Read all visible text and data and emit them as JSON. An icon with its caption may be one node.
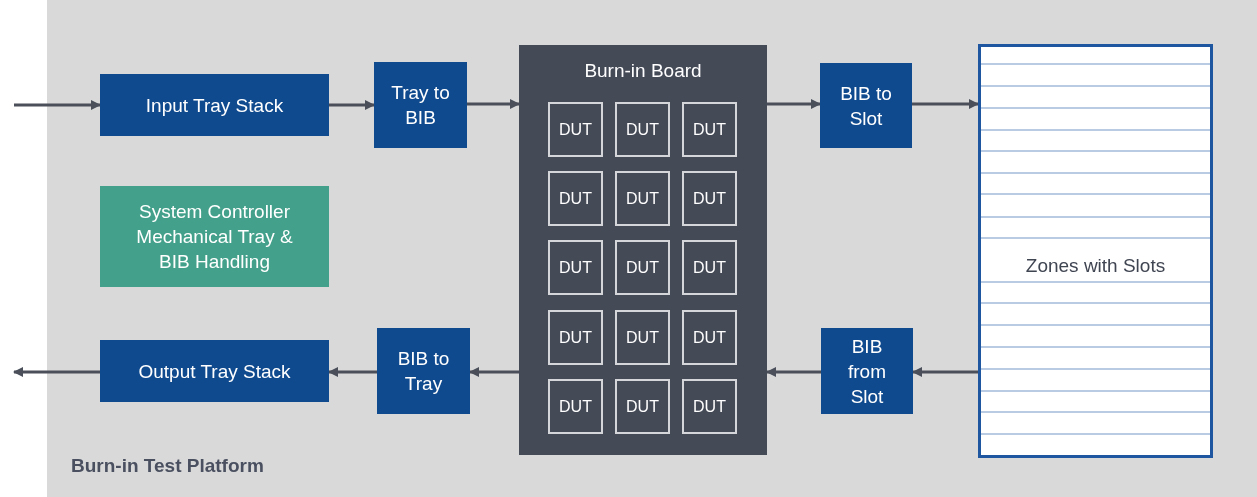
{
  "diagram": {
    "nodes": [
      {
        "text": [
          "Burn-in Test Platform"
        ]
      },
      {
        "text": [
          "Input Tray Stack"
        ],
        "in": 0
      },
      {
        "text": [
          "Tray to BIB"
        ],
        "in": 0
      },
      {
        "text": [
          "Burn-in Board"
        ],
        "in": 0
      },
      {
        "text": [
          "DUT"
        ],
        "in": 3
      },
      {
        "text": [
          "DUT"
        ],
        "in": 3
      },
      {
        "text": [
          "DUT"
        ],
        "in": 3
      },
      {
        "text": [
          "DUT"
        ],
        "in": 3
      },
      {
        "text": [
          "DUT"
        ],
        "in": 3
      },
      {
        "text": [
          "DUT"
        ],
        "in": 3
      },
      {
        "text": [
          "DUT"
        ],
        "in": 3
      },
      {
        "text": [
          "DUT"
        ],
        "in": 3
      },
      {
        "text": [
          "DUT"
        ],
        "in": 3
      },
      {
        "text": [
          "DUT"
        ],
        "in": 3
      },
      {
        "text": [
          "DUT"
        ],
        "in": 3
      },
      {
        "text": [
          "DUT"
        ],
        "in": 3
      },
      {
        "text": [
          "DUT"
        ],
        "in": 3
      },
      {
        "text": [
          "DUT"
        ],
        "in": 3
      },
      {
        "text": [
          "DUT"
        ],
        "in": 3
      },
      {
        "text": [
          "BIB to Slot"
        ],
        "in": 0
      },
      {
        "text": [
          "Zones with Slots"
        ],
        "in": 0
      },
      {
        "text": [
          "System Controller Mechanical Tray & BIB Handling"
        ],
        "in": 0
      },
      {
        "text": [
          "Output Tray Stack"
        ],
        "in": 0
      },
      {
        "text": [
          "BIB to Tray"
        ],
        "in": 0
      },
      {
        "text": [
          "BIB from Slot"
        ],
        "in": 0
      }
    ],
    "edges": [
      {
        "from": null,
        "to": 1,
        "arrow": "to"
      },
      {
        "from": 1,
        "to": 2,
        "arrow": "to"
      },
      {
        "from": 2,
        "to": 3,
        "arrow": "to"
      },
      {
        "from": 3,
        "to": 19,
        "arrow": "to"
      },
      {
        "from": 19,
        "to": 20,
        "arrow": "to"
      },
      {
        "from": 20,
        "to": 24,
        "arrow": "to"
      },
      {
        "from": 24,
        "to": 3,
        "arrow": "to"
      },
      {
        "from": 3,
        "to": 23,
        "arrow": "to"
      },
      {
        "from": 23,
        "to": 22,
        "arrow": "to"
      },
      {
        "from": 22,
        "to": null,
        "arrow": "to"
      }
    ]
  }
}
